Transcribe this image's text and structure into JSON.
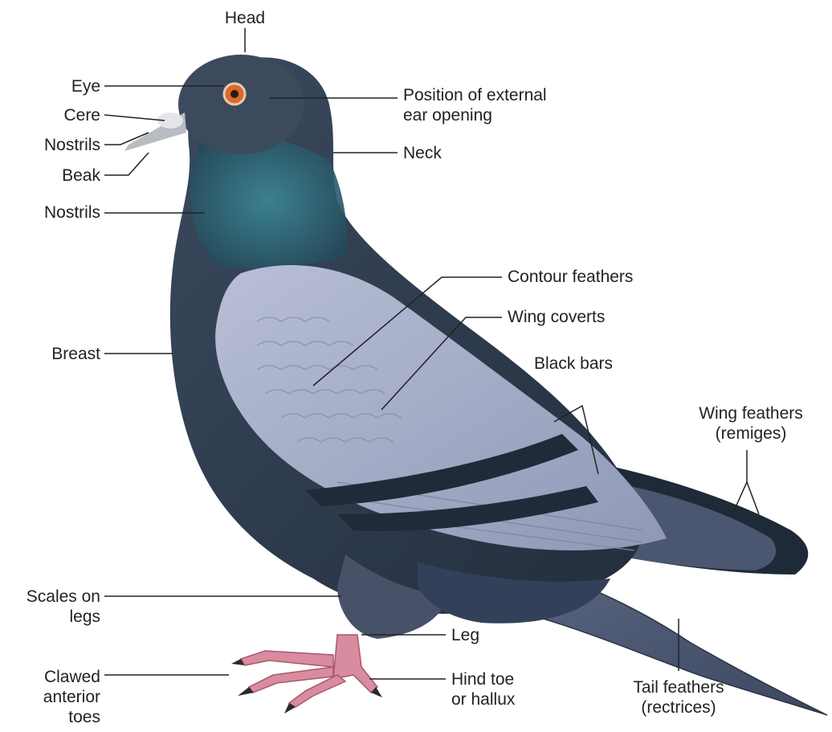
{
  "labels": {
    "head": "Head",
    "eye": "Eye",
    "cere": "Cere",
    "nostrils_top": "Nostrils",
    "beak": "Beak",
    "nostrils_lower": "Nostrils",
    "ear_line1": "Position of external",
    "ear_line2": "ear opening",
    "neck": "Neck",
    "contour_feathers": "Contour feathers",
    "wing_coverts": "Wing coverts",
    "black_bars": "Black bars",
    "breast": "Breast",
    "wing_feathers_line1": "Wing feathers",
    "wing_feathers_line2": "(remiges)",
    "scales_line1": "Scales on",
    "scales_line2": "legs",
    "leg": "Leg",
    "clawed_line1": "Clawed",
    "clawed_line2": "anterior",
    "clawed_line3": "toes",
    "hind_line1": "Hind toe",
    "hind_line2": "or hallux",
    "tail_line1": "Tail feathers",
    "tail_line2": "(rectrices)"
  },
  "colors": {
    "body_dark": "#2c3a4c",
    "neck_iridescent": "#2f6f7c",
    "wing_light": "#a9b1cb",
    "wing_bar": "#1f2b38",
    "feet": "#d98ba0",
    "eye": "#d96a2a",
    "beak": "#b9bcc2"
  }
}
